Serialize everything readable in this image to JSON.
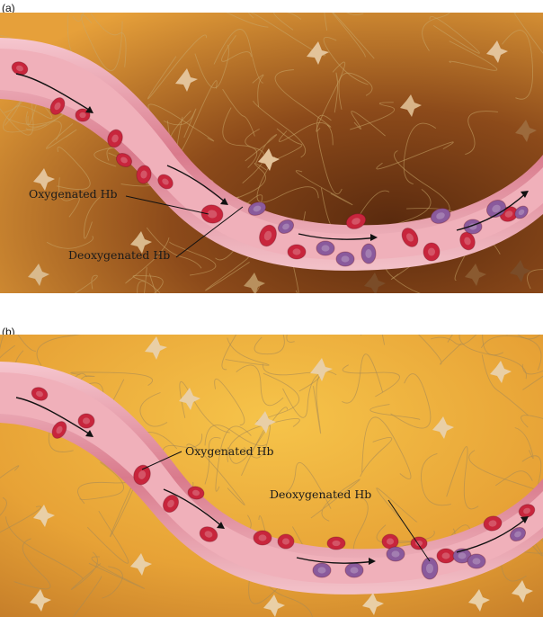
{
  "panels": [
    {
      "letter": "(a)",
      "label_oxy": "Oxygenated Hb",
      "label_deoxy": "Deoxygenated Hb"
    },
    {
      "letter": "(b)",
      "label_oxy": "Oxygenated Hb",
      "label_deoxy": "Deoxygenated Hb"
    }
  ],
  "colors": {
    "tissue_a_light": "#e8a23a",
    "tissue_a_dark": "#6e3210",
    "tissue_b_light": "#f2be3e",
    "tissue_b_dark": "#c77e24",
    "fiber": "#b79a5e",
    "vessel_wall": "#d9788a",
    "vessel_lumen": "#f2b6bf",
    "oxy_cell": "#c8253c",
    "deoxy_cell": "#8a5a9c",
    "cell_body": "#e7c8a0"
  }
}
